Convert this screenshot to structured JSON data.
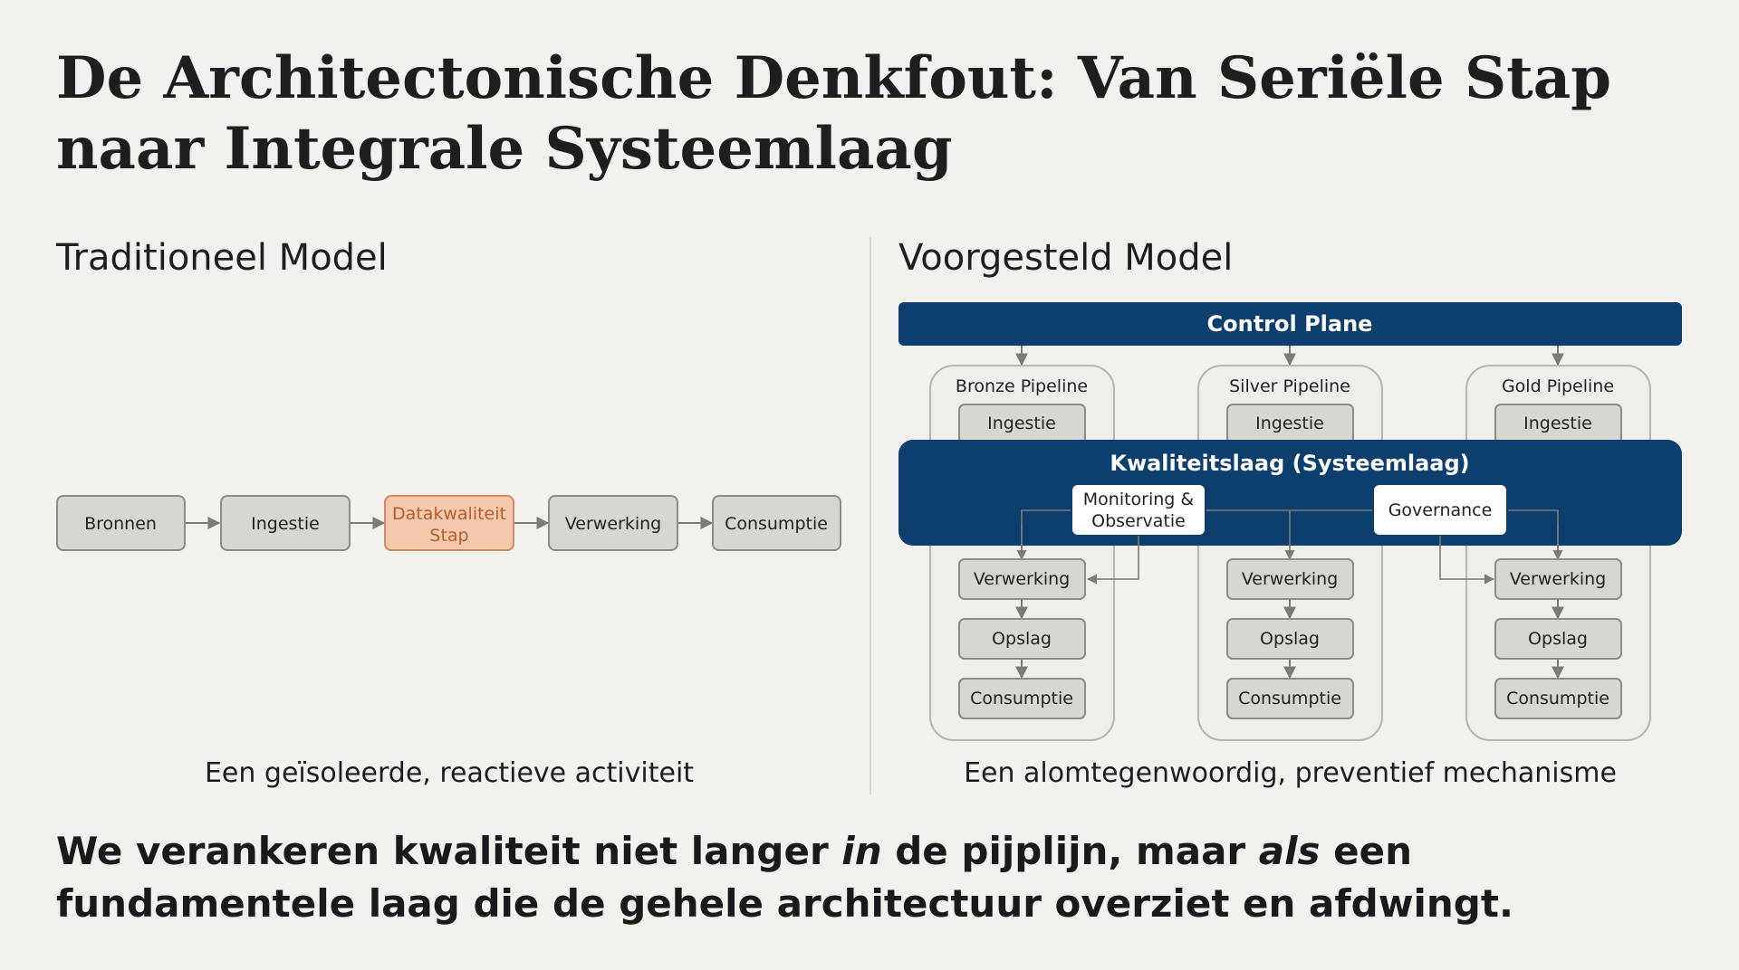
{
  "title": "De Architectonische Denkfout: Van Seriële Stap naar Integrale Systeemlaag",
  "left": {
    "heading": "Traditioneel Model",
    "steps": [
      {
        "lines": [
          "Bronnen"
        ],
        "highlight": false
      },
      {
        "lines": [
          "Ingestie"
        ],
        "highlight": false
      },
      {
        "lines": [
          "Datakwaliteit",
          "Stap"
        ],
        "highlight": true
      },
      {
        "lines": [
          "Verwerking"
        ],
        "highlight": false
      },
      {
        "lines": [
          "Consumptie"
        ],
        "highlight": false
      }
    ],
    "caption": "Een geïsoleerde, reactieve activiteit"
  },
  "right": {
    "heading": "Voorgesteld Model",
    "control_plane": "Control Plane",
    "quality_layer": "Kwaliteitslaag (Systeemlaag)",
    "monitoring": [
      "Monitoring &",
      "Observatie"
    ],
    "governance": "Governance",
    "pipelines": [
      {
        "name": "Bronze Pipeline",
        "top_step": "Ingestie",
        "steps": [
          "Verwerking",
          "Opslag",
          "Consumptie"
        ]
      },
      {
        "name": "Silver Pipeline",
        "top_step": "Ingestie",
        "steps": [
          "Verwerking",
          "Opslag",
          "Consumptie"
        ]
      },
      {
        "name": "Gold Pipeline",
        "top_step": "Ingestie",
        "steps": [
          "Verwerking",
          "Opslag",
          "Consumptie"
        ]
      }
    ],
    "caption": "Een alomtegenwoordig, preventief mechanisme"
  },
  "conclusion": {
    "part1": "We verankeren kwaliteit niet langer ",
    "em1": "in",
    "part2": " de pijplijn, maar ",
    "em2": "als",
    "part3": " een fundamentele laag die de gehele architectuur overziet en afdwingt."
  },
  "colors": {
    "background": "#f2f1ed",
    "band": "#0c3f6d",
    "box": "#d7d6d1",
    "highlight_fill": "#f4c9ad",
    "highlight_text": "#b85d2f"
  }
}
